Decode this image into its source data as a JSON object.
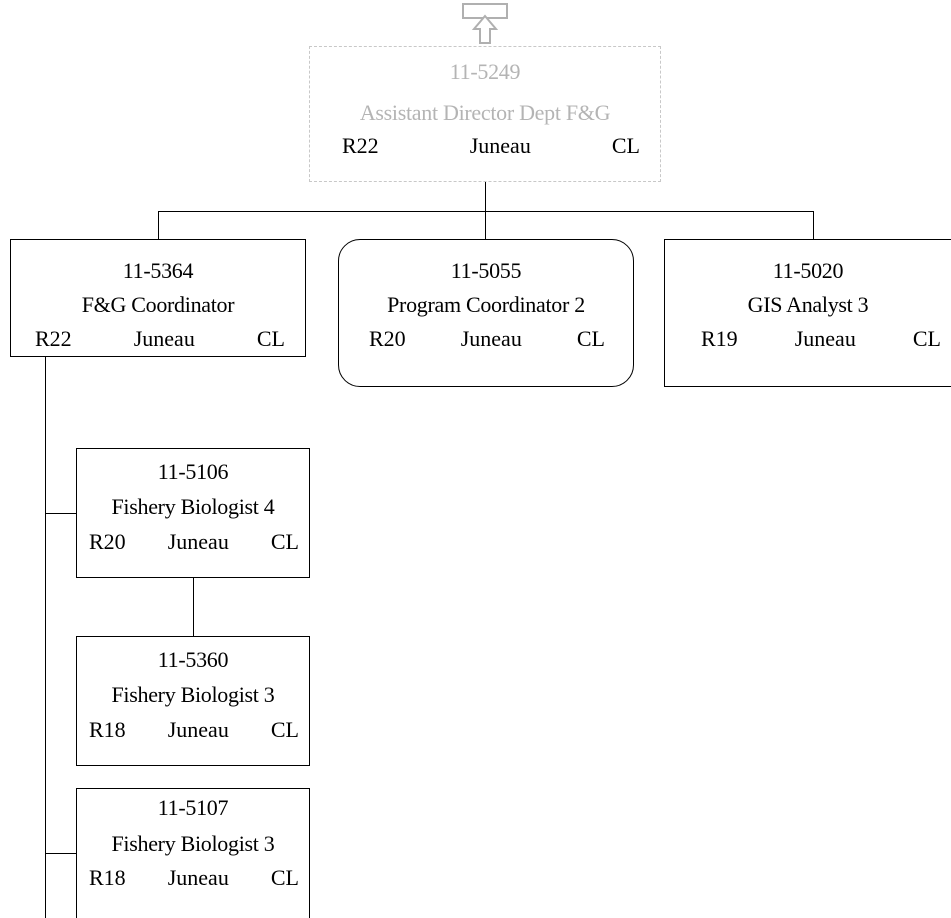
{
  "root": {
    "number": "11-5249",
    "title": "Assistant Director Dept F&G",
    "range": "R22",
    "location": "Juneau",
    "class": "CL",
    "up_icon": "up-arrow-icon"
  },
  "level2": [
    {
      "number": "11-5364",
      "title": "F&G Coordinator",
      "range": "R22",
      "location": "Juneau",
      "class": "CL"
    },
    {
      "number": "11-5055",
      "title": "Program Coordinator 2",
      "range": "R20",
      "location": "Juneau",
      "class": "CL"
    },
    {
      "number": "11-5020",
      "title": "GIS Analyst 3",
      "range": "R19",
      "location": "Juneau",
      "class": "CL"
    }
  ],
  "level3": [
    {
      "number": "11-5106",
      "title": "Fishery Biologist 4",
      "range": "R20",
      "location": "Juneau",
      "class": "CL"
    },
    {
      "number": "11-5360",
      "title": "Fishery Biologist 3",
      "range": "R18",
      "location": "Juneau",
      "class": "CL"
    },
    {
      "number": "11-5107",
      "title": "Fishery Biologist 3",
      "range": "R18",
      "location": "Juneau",
      "class": "CL"
    }
  ],
  "colors": {
    "line": "#000000",
    "ghost_text": "#b4b4b4",
    "ghost_border": "#c8c8c8"
  }
}
